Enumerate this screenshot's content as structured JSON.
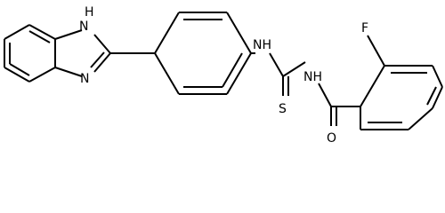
{
  "molecule": {
    "atoms": {
      "nh_imidazole": "H",
      "n_imidazole_h": "N",
      "n_imidazole": "N",
      "nh_amine": "NH",
      "s": "S",
      "nh_amide": "NH",
      "o": "O",
      "f": "F"
    }
  }
}
